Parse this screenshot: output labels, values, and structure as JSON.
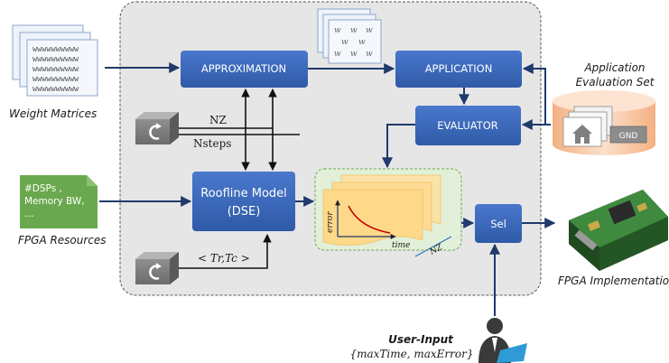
{
  "boxes": {
    "approximation": "APPROXIMATION",
    "application": "APPLICATION",
    "evaluator": "EVALUATOR",
    "roofline_line1": "Roofline Model",
    "roofline_line2": "(DSE)",
    "sel": "Sel"
  },
  "labels": {
    "weight_matrices": "Weight Matrices",
    "fpga_resources": "FPGA Resources",
    "app_eval_line1": "Application",
    "app_eval_line2": "Evaluation Set",
    "fpga_impl": "FPGA Implementation",
    "nz": "NZ",
    "nsteps": "Nsteps",
    "tr_tc": "< Tr,Tc >",
    "user_input": "User-Input",
    "user_params": "{maxTime, maxError}"
  },
  "resources_note": {
    "line1": "#DSPs ,",
    "line2": "Memory BW,",
    "line3": "…"
  },
  "plot": {
    "ylabel": "error",
    "xlabel": "time",
    "stack_label": "NZ"
  },
  "dataset": {
    "tag": "GND"
  },
  "matrix_text": "wwwwwwwwww",
  "w_glyph": "w",
  "colors": {
    "box_blue": "#3a67be",
    "panel_gray": "#e6e6e6",
    "arrow_navy": "#1f3a6b",
    "green": "#6aa84f",
    "plot_panel": "#e2f0d9",
    "plot_paper": "#ffd98a",
    "cylinder_orange": "#f8cbad"
  },
  "icons": [
    "refresh-icon",
    "document-stack-icon",
    "house-icon",
    "user-icon",
    "fpga-board-icon",
    "database-cylinder-icon"
  ]
}
